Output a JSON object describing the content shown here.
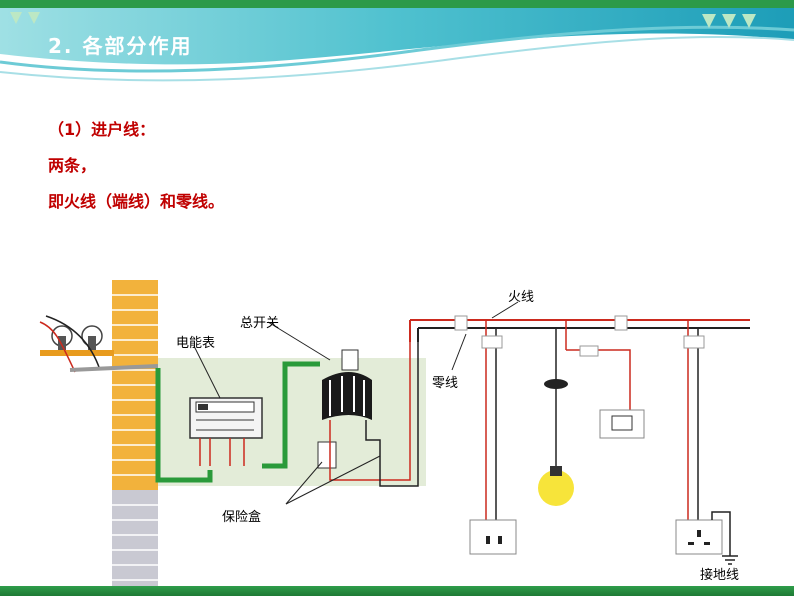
{
  "header": {
    "title": "2. 各部分作用"
  },
  "content": {
    "line1": "（1）进户线：",
    "line2": "两条，",
    "line3": "即火线（端线）和零线。"
  },
  "diagram": {
    "labels": {
      "fire_wire": "火线",
      "main_switch": "总开关",
      "meter": "电能表",
      "neutral": "零线",
      "fuse_box": "保险盒",
      "ground": "接地线"
    },
    "colors": {
      "fire": "#cc2a1e",
      "neutral": "#222222",
      "green": "#2a9a3a",
      "panel": "#e3ecd8",
      "lamp": "#f7e43a"
    }
  }
}
